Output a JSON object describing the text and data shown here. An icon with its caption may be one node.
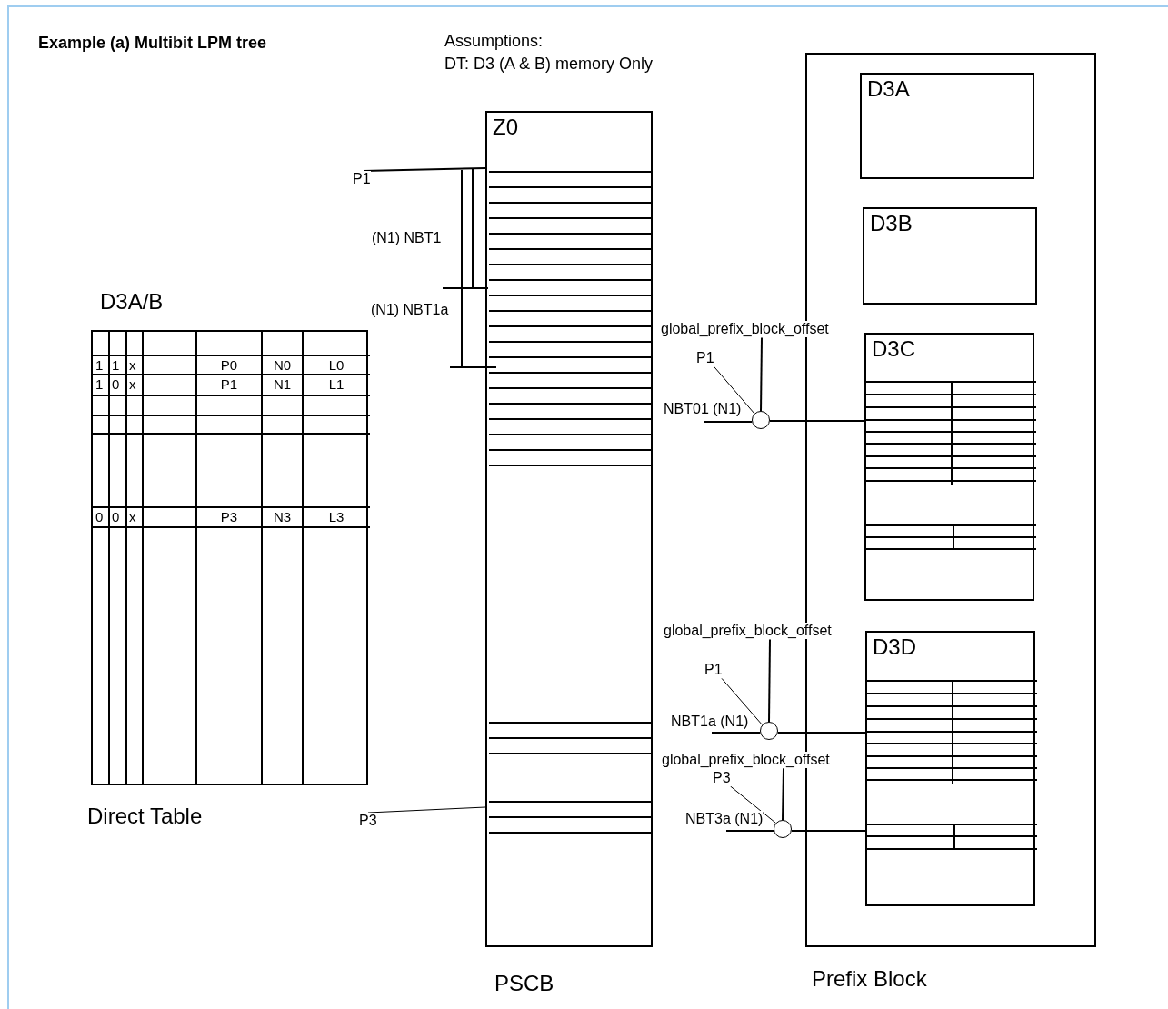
{
  "diagram": {
    "title": "Example (a) Multibit LPM tree",
    "nodes": [
      {
        "text": [],
        "shape": "box",
        "beside": [
          "D3A/B",
          "Direct Table"
        ]
      },
      {
        "text": [
          "Z0"
        ],
        "beside": [
          "PSCB"
        ]
      },
      {
        "text": [],
        "shape": "box",
        "beside": [
          "Prefix Block"
        ]
      },
      {
        "text": [
          "D3A"
        ],
        "in": 2
      },
      {
        "text": [
          "D3B"
        ],
        "in": 2
      },
      {
        "text": [
          "D3C"
        ],
        "in": 2
      },
      {
        "text": [
          "D3D"
        ],
        "in": 2
      },
      {
        "text": [
          "P1"
        ]
      },
      {
        "text": [
          "P3"
        ]
      },
      {
        "text": [
          "global_prefix_block_offset"
        ]
      },
      {
        "text": [
          "P1"
        ]
      },
      {
        "text": [],
        "shape": "circle"
      },
      {
        "text": [
          "global_prefix_block_offset"
        ]
      },
      {
        "text": [
          "P1"
        ]
      },
      {
        "text": [],
        "shape": "circle"
      },
      {
        "text": [
          "global_prefix_block_offset"
        ]
      },
      {
        "text": [
          "P3"
        ]
      },
      {
        "text": [],
        "shape": "circle"
      }
    ],
    "edges": [
      {
        "from": 7,
        "to": 1,
        "arrow": "none"
      },
      {
        "from": 8,
        "to": 1,
        "arrow": "none"
      },
      {
        "from": 9,
        "to": 11,
        "arrow": "none"
      },
      {
        "from": 10,
        "to": 11,
        "arrow": "none"
      },
      {
        "from": null,
        "to": 11,
        "arrow": "none",
        "label": "NBT01 (N1)"
      },
      {
        "from": 11,
        "to": 5,
        "arrow": "none"
      },
      {
        "from": 12,
        "to": 14,
        "arrow": "none"
      },
      {
        "from": 13,
        "to": 14,
        "arrow": "none"
      },
      {
        "from": null,
        "to": 14,
        "arrow": "none",
        "label": "NBT1a (N1)"
      },
      {
        "from": 14,
        "to": 6,
        "arrow": "none"
      },
      {
        "from": 15,
        "to": 17,
        "arrow": "none"
      },
      {
        "from": 16,
        "to": 17,
        "arrow": "none"
      },
      {
        "from": null,
        "to": 17,
        "arrow": "none",
        "label": "NBT3a (N1)"
      },
      {
        "from": 17,
        "to": 6,
        "arrow": "none"
      }
    ],
    "labels": [
      "Assumptions:",
      "DT: D3 (A & B) memory Only",
      "(N1) NBT1",
      "(N1) NBT1a",
      "1",
      "1",
      "x",
      "P0",
      "N0",
      "L0",
      "1",
      "0",
      "x",
      "P1",
      "N1",
      "L1",
      "0",
      "0",
      "x",
      "P3",
      "N3",
      "L3"
    ]
  }
}
